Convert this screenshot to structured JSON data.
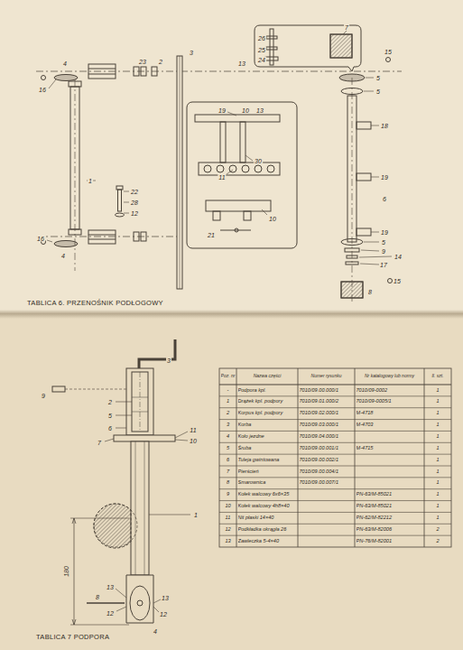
{
  "diagram": {
    "labels": [
      "16",
      "4",
      "23",
      "2",
      "3",
      "13",
      "26",
      "25",
      "24",
      "7",
      "15",
      "5",
      "5",
      "19",
      "10",
      "13",
      "30",
      "11",
      "10",
      "21",
      "1",
      "22",
      "28",
      "12",
      "16",
      "4",
      "18",
      "6",
      "19",
      "19",
      "5",
      "9",
      "14",
      "17",
      "15",
      "8",
      "TABLICA 6. PRZENOŚNIK PODŁOGOWY",
      "3",
      "9",
      "2",
      "5",
      "6",
      "7",
      "11",
      "10",
      "1",
      "180",
      "8",
      "13",
      "12",
      "13",
      "12",
      "4",
      "TABLICA 7 PODPORA",
      "Poz. nr",
      "Nazwa części",
      "Numer rysunku",
      "Nr katalogowy lub normy",
      "Il. szt.",
      "-",
      "Podpora kpl.",
      "7010/09.00.000/1",
      "7010/09-0002",
      "1",
      "1",
      "Drążek kpl. podpory",
      "7010/09.01.000/2",
      "7010/09-0005/1",
      "1",
      "2",
      "Korpus kpl. podpory",
      "7010/09.02.000/1",
      "M-4718",
      "1",
      "3",
      "Korba",
      "7010/09.03.000/1",
      "M-4703",
      "1",
      "4",
      "Koło jezdne",
      "7010/09.04.000/1",
      "1",
      "5",
      "Śruba",
      "7010/09.00.001/1",
      "M-4715",
      "1",
      "6",
      "Tuleja gwintowana",
      "7010/09.00.002/1",
      "1",
      "7",
      "Pierścień",
      "7010/09.00.004/1",
      "1",
      "8",
      "Smarownica",
      "7010/09.00.007/1",
      "1",
      "9",
      "Kołek walcowy 6x6×35",
      "PN-63/M-85021",
      "1",
      "10",
      "Kołek walcowy 4h8×40",
      "PN-63/M-85021",
      "1",
      "11",
      "Nit płaski 14×40",
      "PN-62/M-82212",
      "1",
      "12",
      "Podkładka okrągła 26",
      "PN-63/M-82006",
      "2",
      "13",
      "Zawleczka 5-4×40",
      "PN-76/M-82001",
      "2"
    ]
  }
}
